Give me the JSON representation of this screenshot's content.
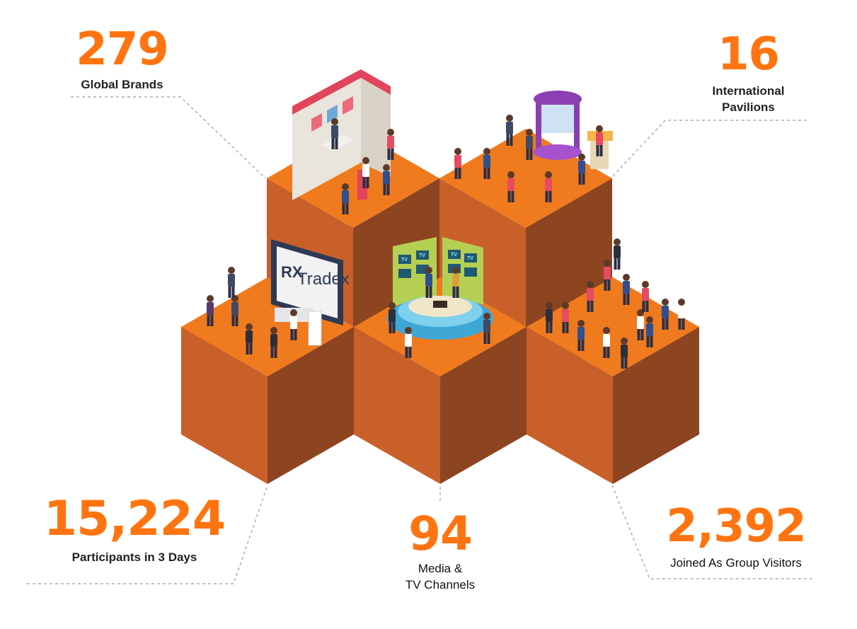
{
  "stats": {
    "brands": {
      "value": "279",
      "label": "Global Brands"
    },
    "pavilions": {
      "value": "16",
      "label_lines": [
        "International",
        "Pavilions"
      ]
    },
    "participants": {
      "value": "15,224",
      "label": "Participants in 3 Days"
    },
    "media": {
      "value": "94",
      "label_lines": [
        "Media &",
        "TV Channels"
      ]
    },
    "group": {
      "value": "2,392",
      "label": "Joined As Group Visitors"
    }
  },
  "booth_sign": {
    "logo": "RX",
    "brand": "Tradex"
  },
  "tv_screen_text": "TV",
  "colors": {
    "accent": "#ff7410",
    "cube_top": "#f07a1e",
    "cube_left": "#c9602a",
    "cube_right": "#8d4421",
    "label": "#222222",
    "leader_line": "#9a9a9a"
  }
}
